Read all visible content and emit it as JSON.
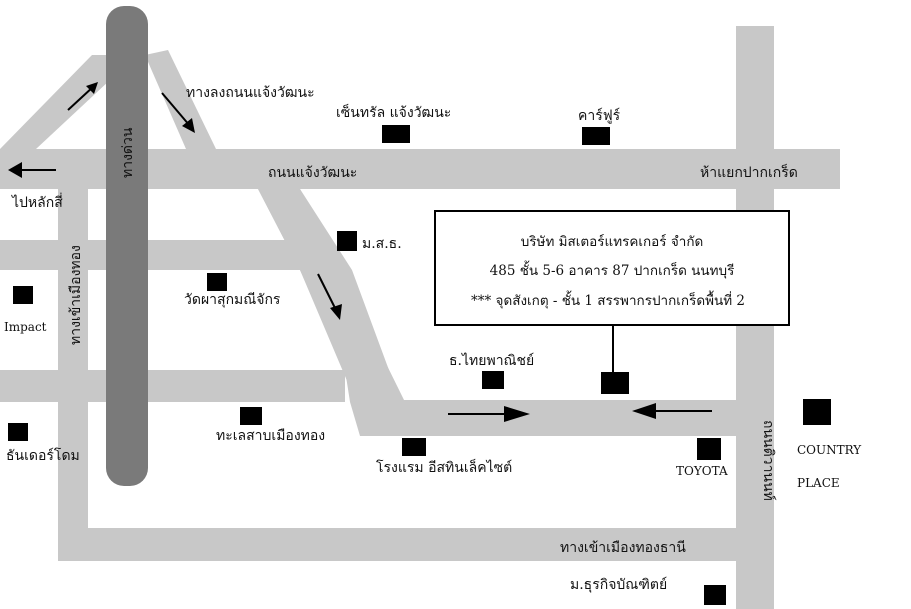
{
  "colors": {
    "road": "#c8c8c8",
    "expressway": "#7a7a7a",
    "marker": "#000000",
    "background": "#ffffff",
    "arrow": "#000000"
  },
  "info_box": {
    "line1": "บริษัท มิสเตอร์แทรคเกอร์ จำกัด",
    "line2": "485 ชั้น 5-6 อาคาร 87 ปากเกร็ด นนทบุรี",
    "line3": "*** จุดสังเกตุ - ชั้น 1 สรรพากรปากเกร็ดพื้นที่ 2"
  },
  "roads": {
    "expressway": "ทางด่วน",
    "chaeng_watthana_rd": "ถนนแจ้งวัฒนะ",
    "exit_to_chaeng": "ทางลงถนนแจ้งวัฒนะ",
    "to_lak_si": "ไปหลักสี่",
    "pak_kret_junction": "ห้าแยกปากเกร็ด",
    "muang_thong_entry": "ทางเข้าเมืองทอง",
    "tiwanon_rd": "ถนนติวานนท์",
    "muang_thong_thani_entry": "ทางเข้าเมืองทองธานี"
  },
  "landmarks": {
    "central": "เซ็นทรัล แจ้งวัฒนะ",
    "carrefour": "คาร์ฟูร์",
    "stou": "ม.ส.ธ.",
    "wat": "วัดผาสุกมณีจักร",
    "impact": "Impact",
    "thunder_dome": "ธันเดอร์โดม",
    "scb": "ธ.ไทยพาณิชย์",
    "lake": "ทะเลสาบเมืองทอง",
    "hotel": "โรงแรม อีสทินเล็คไซต์",
    "toyota": "TOYOTA",
    "country_place_1": "COUNTRY",
    "country_place_2": "PLACE",
    "university": "ม.ธุรกิจบัณฑิตย์"
  },
  "icons": [
    "direction-arrow-icon",
    "location-marker-icon"
  ]
}
